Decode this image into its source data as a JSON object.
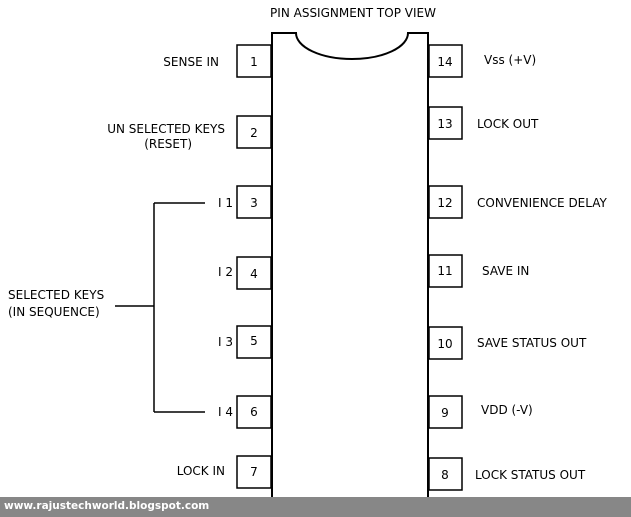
{
  "title": "PIN ASSIGNMENT TOP VIEW",
  "watermark": "www.rajustechworld.blogspot.com",
  "colors": {
    "line": "#000000",
    "background": "#ffffff",
    "footer_bar": "#878787",
    "footer_text": "#ffffff"
  },
  "group_label": [
    "SELECTED KEYS",
    "(IN SEQUENCE)"
  ],
  "pins_left": [
    {
      "number": "1",
      "label": [
        "SENSE IN"
      ]
    },
    {
      "number": "2",
      "label": [
        "UN SELECTED KEYS",
        "(RESET)"
      ]
    },
    {
      "number": "3",
      "label": [
        "I 1"
      ]
    },
    {
      "number": "4",
      "label": [
        "I 2"
      ]
    },
    {
      "number": "5",
      "label": [
        "I 3"
      ]
    },
    {
      "number": "6",
      "label": [
        "I 4"
      ]
    },
    {
      "number": "7",
      "label": [
        "LOCK IN"
      ]
    }
  ],
  "pins_right": [
    {
      "number": "14",
      "label": [
        "Vss (+V)"
      ]
    },
    {
      "number": "13",
      "label": [
        "LOCK OUT"
      ]
    },
    {
      "number": "12",
      "label": [
        "CONVENIENCE DELAY"
      ]
    },
    {
      "number": "11",
      "label": [
        "SAVE IN"
      ]
    },
    {
      "number": "10",
      "label": [
        "SAVE STATUS OUT"
      ]
    },
    {
      "number": "9",
      "label": [
        "VDD (-V)"
      ]
    },
    {
      "number": "8",
      "label": [
        "LOCK STATUS OUT"
      ]
    }
  ]
}
